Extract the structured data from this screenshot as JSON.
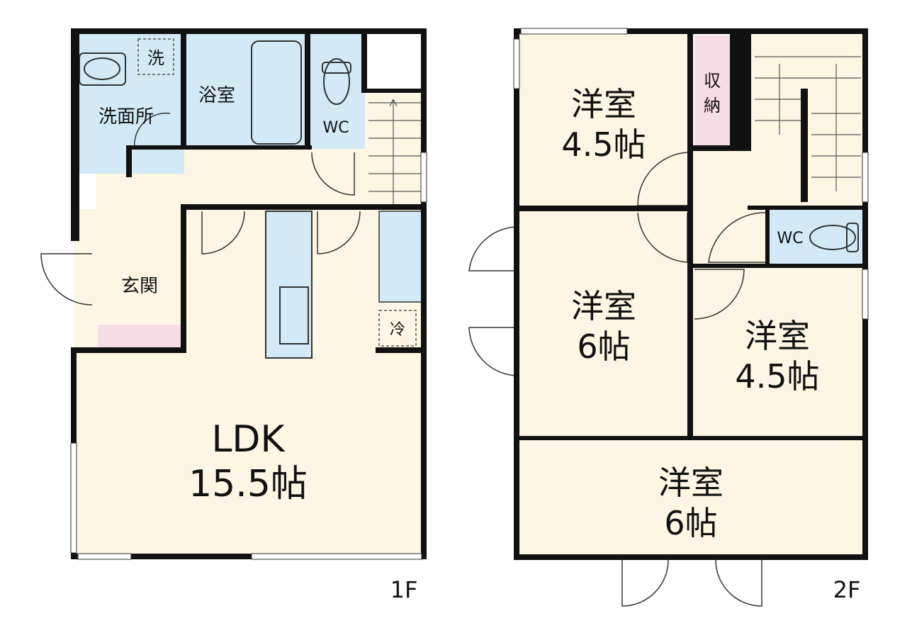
{
  "floor1": {
    "label": "1F",
    "rooms": {
      "washroom": "洗面所",
      "washer": "洗",
      "bath": "浴室",
      "wc": "WC",
      "entrance": "玄関",
      "fridge": "冷",
      "ldk_name": "LDK",
      "ldk_size": "15.5帖"
    }
  },
  "floor2": {
    "label": "2F",
    "rooms": {
      "room_a_name": "洋室",
      "room_a_size": "4.5帖",
      "storage_1": "収",
      "storage_2": "納",
      "room_b_name": "洋室",
      "room_b_size": "6帖",
      "room_c_name": "洋室",
      "room_c_size": "4.5帖",
      "wc": "WC",
      "room_d_name": "洋室",
      "room_d_size": "6帖"
    }
  },
  "colors": {
    "wall": "#111111",
    "room_floor": "#fdf6e4",
    "wet_area": "#d3eaf6",
    "storage": "#f7dde6"
  }
}
